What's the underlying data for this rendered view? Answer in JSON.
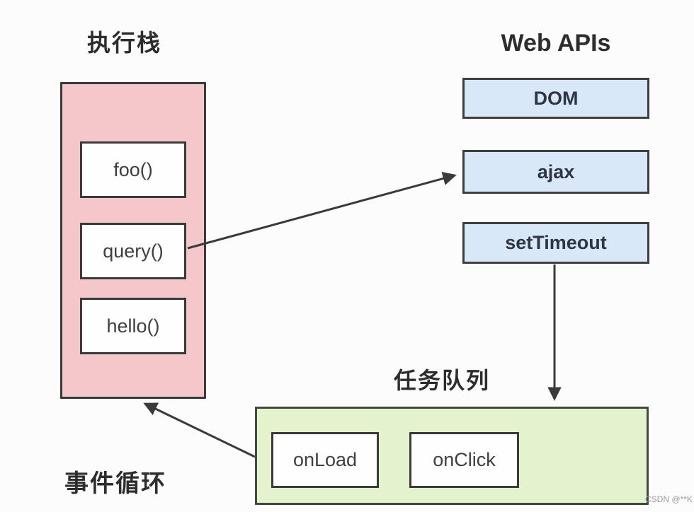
{
  "diagram": {
    "background_color": "#fcfcfc",
    "border_color": "#3a3a3a",
    "arrow_color": "#3a3a3a",
    "text_color": "#2d2d2d"
  },
  "stack": {
    "title": "执行栈",
    "fill_color": "#f4c7cb",
    "items": [
      {
        "label": "foo()"
      },
      {
        "label": "query()"
      },
      {
        "label": "hello()"
      }
    ]
  },
  "web_apis": {
    "title": "Web APIs",
    "fill_color": "#d9e8f8",
    "items": [
      {
        "label": "DOM"
      },
      {
        "label": "ajax"
      },
      {
        "label": "setTimeout"
      }
    ]
  },
  "task_queue": {
    "title": "任务队列",
    "fill_color": "#e4f2cd",
    "items": [
      {
        "label": "onLoad"
      },
      {
        "label": "onClick"
      }
    ]
  },
  "event_loop": {
    "label": "事件循环"
  },
  "arrows": [
    {
      "name": "query-to-ajax"
    },
    {
      "name": "settimeout-to-task-queue"
    },
    {
      "name": "task-queue-to-stack"
    }
  ],
  "watermark": {
    "text": "CSDN @**K"
  }
}
